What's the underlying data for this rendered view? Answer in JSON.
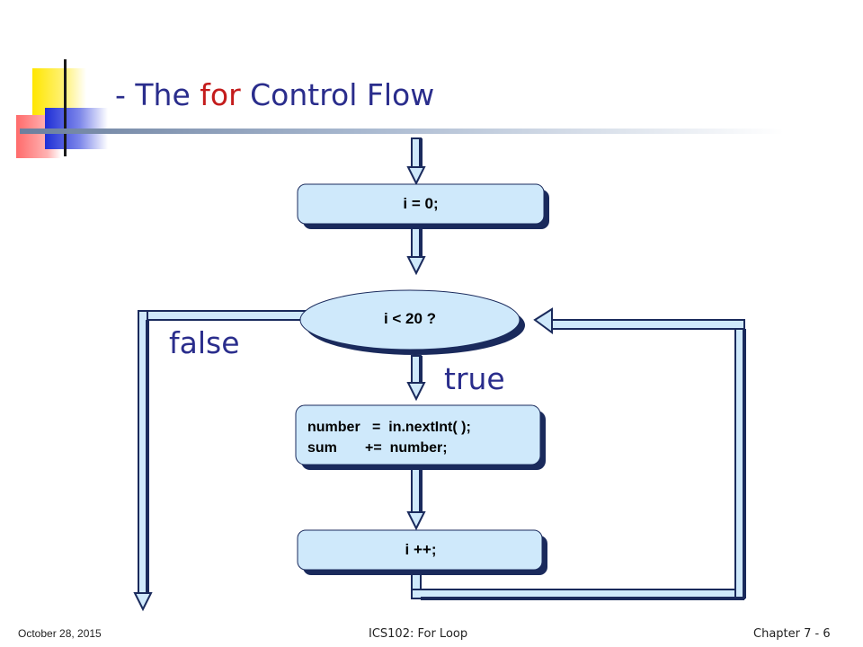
{
  "slide": {
    "title_prefix": "- The ",
    "title_keyword": "for",
    "title_suffix": " Control Flow"
  },
  "flowchart": {
    "init_box": "i = 0;",
    "condition": "i < 20 ?",
    "body_line1": "number   =  in.nextInt( );",
    "body_line2": "sum       +=  number;",
    "increment": "i ++;",
    "false_label": "false",
    "true_label": "true"
  },
  "footer": {
    "date": "October 28, 2015",
    "course": "ICS102: For Loop",
    "chapter": "Chapter 7 - 6"
  },
  "colors": {
    "title": "#2a2d8c",
    "keyword": "#c41c1c",
    "box_fill": "#cfe9fb",
    "shadow": "#1a2a5c"
  }
}
